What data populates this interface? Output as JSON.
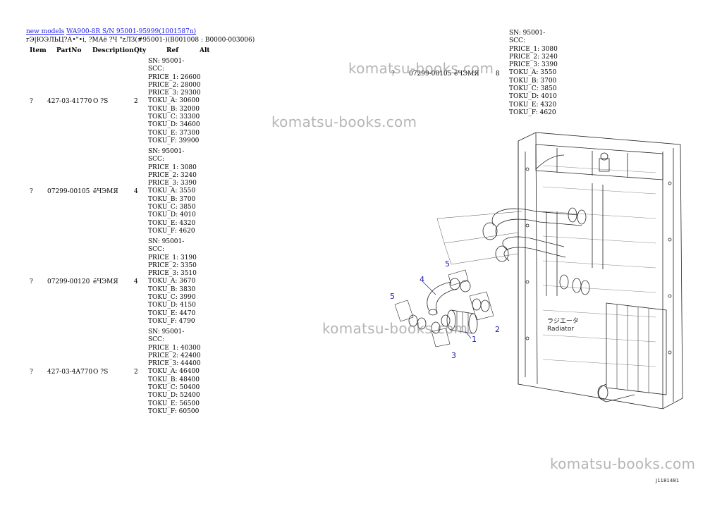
{
  "breadcrumb": {
    "link1": "new models",
    "link2": "WA900-8R S/N 95001-95999(1001587n)"
  },
  "subtitle": "гЭ|ЮЭЛЬЦ?А•\"•і, ?МАё ?Ч \"zЛЗ(#95001-)(B001008 : B0000-003006)",
  "headers": {
    "item": "Item",
    "partno": "PartNo",
    "description": "Description",
    "qty": "Qty",
    "ref": "Ref",
    "alt": "Alt"
  },
  "rows": [
    {
      "item": "?",
      "partno": "427-03-41770",
      "description": "O ?S",
      "qty": "2",
      "ref": [
        "SN: 95001-",
        "SCC:",
        "PRICE_1: 26600",
        "PRICE_2: 28000",
        "PRICE_3: 29300",
        "TOKU_A: 30600",
        "TOKU_B: 32000",
        "TOKU_C: 33300",
        "TOKU_D: 34600",
        "TOKU_E: 37300",
        "TOKU_F: 39900"
      ]
    },
    {
      "item": "?",
      "partno": "07299-00105",
      "description": "ёЧЭМЯ",
      "qty": "4",
      "ref": [
        "SN: 95001-",
        "SCC:",
        "PRICE_1: 3080",
        "PRICE_2: 3240",
        "PRICE_3: 3390",
        "TOKU_A: 3550",
        "TOKU_B: 3700",
        "TOKU_C: 3850",
        "TOKU_D: 4010",
        "TOKU_E: 4320",
        "TOKU_F: 4620"
      ]
    },
    {
      "item": "?",
      "partno": "07299-00120",
      "description": "ёЧЭМЯ",
      "qty": "4",
      "ref": [
        "SN: 95001-",
        "SCC:",
        "PRICE_1: 3190",
        "PRICE_2: 3350",
        "PRICE_3: 3510",
        "TOKU_A: 3670",
        "TOKU_B: 3830",
        "TOKU_C: 3990",
        "TOKU_D: 4150",
        "TOKU_E: 4470",
        "TOKU_F: 4790"
      ]
    },
    {
      "item": "?",
      "partno": "427-03-4A770",
      "description": "O ?S",
      "qty": "2",
      "ref": [
        "SN: 95001-",
        "SCC:",
        "PRICE_1: 40300",
        "PRICE_2: 42400",
        "PRICE_3: 44400",
        "TOKU_A: 46400",
        "TOKU_B: 48400",
        "TOKU_C: 50400",
        "TOKU_D: 52400",
        "TOKU_E: 56500",
        "TOKU_F: 60500"
      ]
    }
  ],
  "right_row": {
    "item": "?",
    "partno": "07299-00105",
    "description": "ёЧЭМЯ",
    "qty": "8",
    "ref": [
      "SN: 95001-",
      "SCC:",
      "PRICE_1: 3080",
      "PRICE_2: 3240",
      "PRICE_3: 3390",
      "TOKU_A: 3550",
      "TOKU_B: 3700",
      "TOKU_C: 3850",
      "TOKU_D: 4010",
      "TOKU_E: 4320",
      "TOKU_F: 4620"
    ]
  },
  "watermark": "komatsu-books.com",
  "diagram": {
    "callouts": [
      "1",
      "2",
      "3",
      "4",
      "5",
      "5"
    ],
    "radiator_jp": "ラジエータ",
    "radiator_en": "Radiator",
    "drawing_code": "J1181481",
    "callout_color": "#1a1aaa"
  }
}
